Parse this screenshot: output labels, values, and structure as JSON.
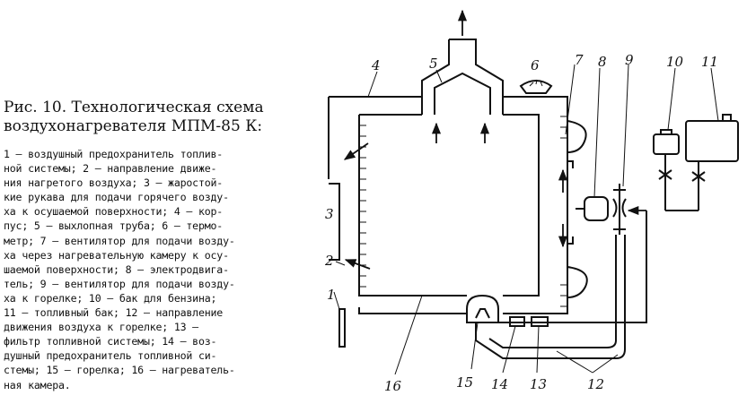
{
  "caption": {
    "title_lines": [
      "Рис.  10.  Технологическая  схема",
      "воздухонагревателя МПМ-85 К:"
    ],
    "body_lines": [
      "1 — воздушный предохранитель топлив-",
      "ной системы; 2 — направление движе-",
      "ния  нагретого воздуха;  3 — жаростой-",
      "кие рукава для подачи горячего возду-",
      "ха к осушаемой поверхности; 4 — кор-",
      "пус;  5 — выхлопная труба;  6 — термо-",
      "метр; 7 — вентилятор для подачи возду-",
      "ха через нагревательную камеру к осу-",
      "шаемой поверхности;  8 — электродвига-",
      "тель; 9 — вентилятор для подачи возду-",
      "ха  к горелке;  10 — бак  для  бензина;",
      "11 — топливный бак;  12 — направление",
      "движения  воздуха  к  горелке;  13 —",
      "фильтр топливной системы;  14 — воз-",
      "душный предохранитель топливной си-",
      "стемы;  15 — горелка;  16 — нагреватель-",
      "ная камера."
    ]
  },
  "labels": {
    "n1": "1",
    "n2": "2",
    "n3": "3",
    "n4": "4",
    "n5": "5",
    "n6": "6",
    "n7": "7",
    "n8": "8",
    "n9": "9",
    "n10": "10",
    "n11": "11",
    "n12": "12",
    "n13": "13",
    "n14": "14",
    "n15": "15",
    "n16": "16"
  }
}
